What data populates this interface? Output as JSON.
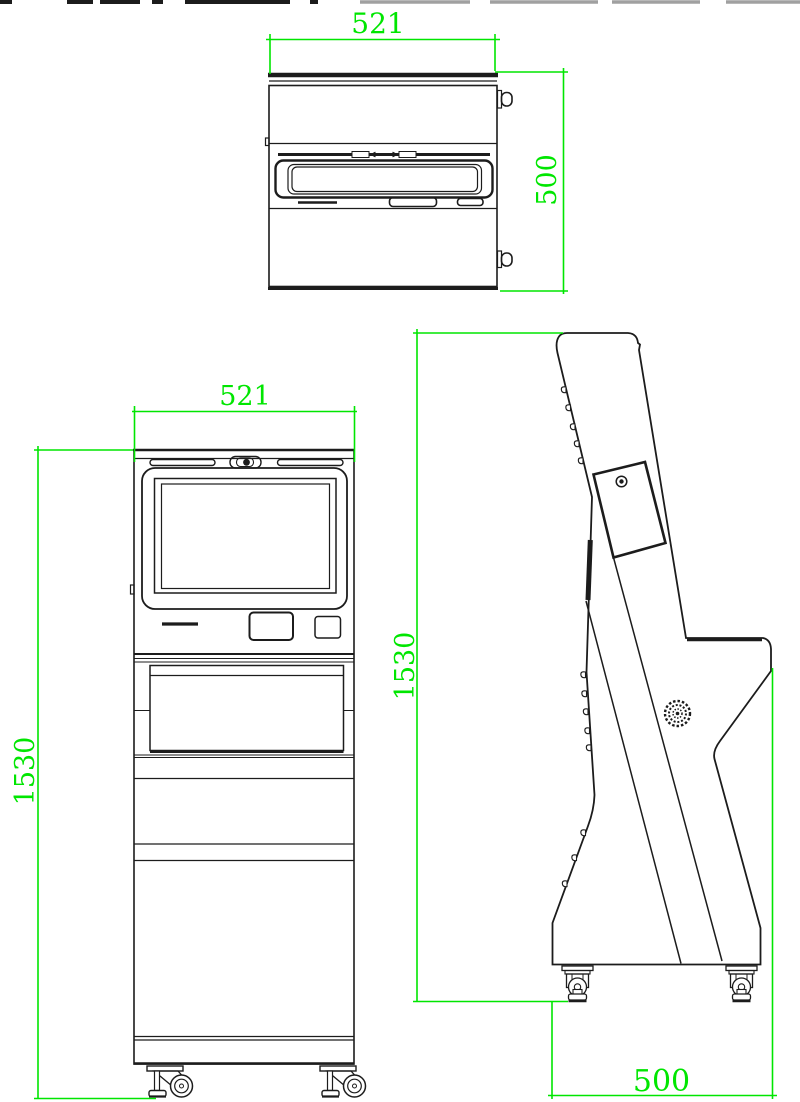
{
  "colors": {
    "line": "#1c1c1c",
    "dimension": "#00e600",
    "background": "#ffffff"
  },
  "views": {
    "top": {
      "dims": {
        "width": "521",
        "depth": "500"
      }
    },
    "front": {
      "dims": {
        "width": "521",
        "height": "1530"
      }
    },
    "side": {
      "dims": {
        "height": "1530",
        "depth": "500"
      }
    }
  }
}
